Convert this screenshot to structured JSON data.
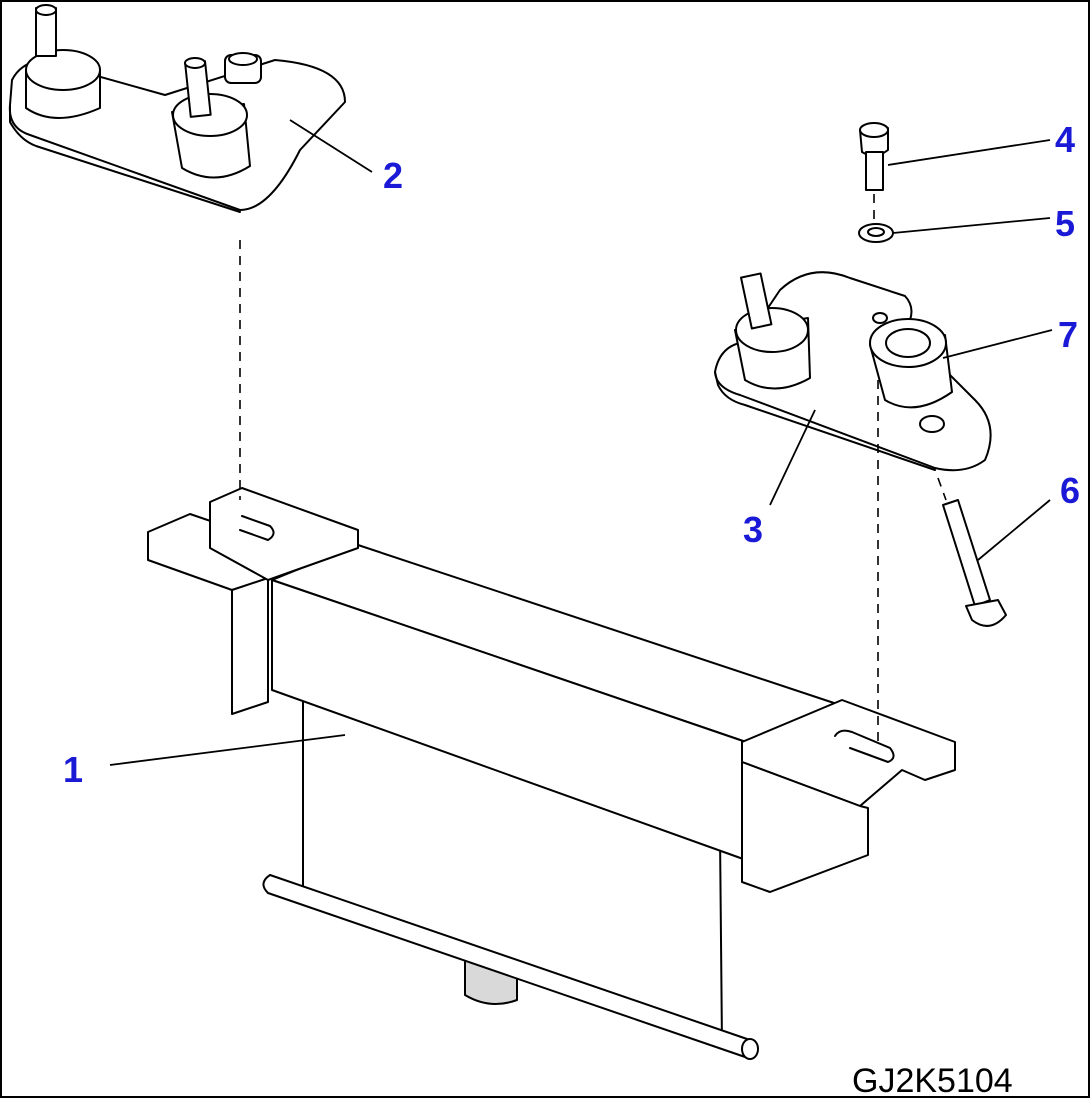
{
  "callouts": [
    {
      "id": "1",
      "label": "1"
    },
    {
      "id": "2",
      "label": "2"
    },
    {
      "id": "3",
      "label": "3"
    },
    {
      "id": "4",
      "label": "4"
    },
    {
      "id": "5",
      "label": "5"
    },
    {
      "id": "6",
      "label": "6"
    },
    {
      "id": "7",
      "label": "7"
    }
  ],
  "drawing_id": "GJ2K5104",
  "colors": {
    "callout": "#1a1ad6",
    "line": "#000000",
    "background": "#ffffff",
    "shading": "#d9d9d9"
  }
}
